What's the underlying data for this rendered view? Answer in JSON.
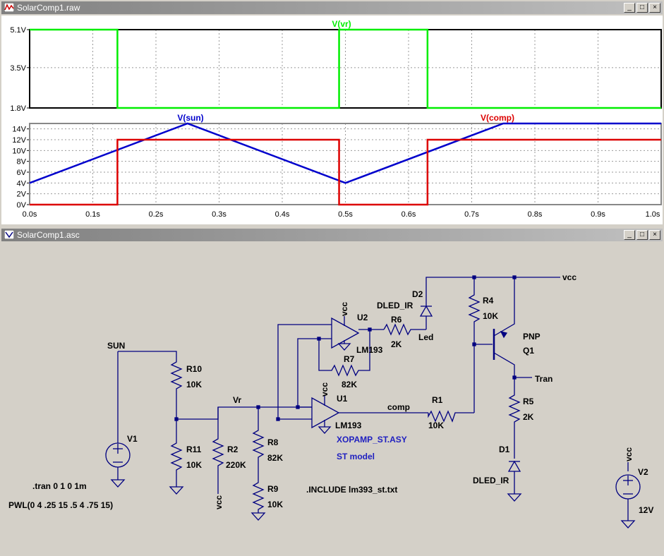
{
  "waveform_window": {
    "title": "SolarComp1.raw",
    "buttons": [
      "_",
      "□",
      "×"
    ]
  },
  "schematic_window": {
    "title": "SolarComp1.asc",
    "buttons": [
      "_",
      "□",
      "×"
    ]
  },
  "chart_data": [
    {
      "type": "line",
      "series": [
        {
          "name": "V(vr)",
          "color": "#00ee00",
          "x": [
            0,
            0.139,
            0.139,
            0.49,
            0.49,
            0.63,
            0.63,
            1.0
          ],
          "values": [
            5.1,
            5.1,
            1.8,
            1.8,
            5.1,
            5.1,
            1.8,
            1.8
          ]
        }
      ],
      "ylim": [
        1.8,
        5.1
      ],
      "yticks": [
        "5.1V",
        "3.5V",
        "1.8V"
      ],
      "xlim": [
        0,
        1.0
      ],
      "grid": true
    },
    {
      "type": "line",
      "series": [
        {
          "name": "V(sun)",
          "color": "#0000cc",
          "x": [
            0,
            0.25,
            0.5,
            0.75,
            1.0
          ],
          "values": [
            4,
            15,
            4,
            15,
            15
          ]
        },
        {
          "name": "V(comp)",
          "color": "#dd0000",
          "x": [
            0,
            0.139,
            0.139,
            0.49,
            0.49,
            0.63,
            0.63,
            1.0
          ],
          "values": [
            0,
            0,
            12,
            12,
            0,
            0,
            12,
            12
          ]
        }
      ],
      "ylim": [
        0,
        15
      ],
      "yticks": [
        "14V",
        "12V",
        "10V",
        "8V",
        "6V",
        "4V",
        "2V",
        "0V"
      ],
      "xticks": [
        "0.0s",
        "0.1s",
        "0.2s",
        "0.3s",
        "0.4s",
        "0.5s",
        "0.6s",
        "0.7s",
        "0.8s",
        "0.9s",
        "1.0s"
      ],
      "xlim": [
        0,
        1.0
      ],
      "grid": true
    }
  ],
  "schematic": {
    "labels": {
      "sun": "SUN",
      "vr": "Vr",
      "comp": "comp",
      "led": "Led",
      "tran": "Tran",
      "vcc_net": "vcc",
      "r10": "R10",
      "r10v": "10K",
      "r11": "R11",
      "r11v": "10K",
      "r2": "R2",
      "r2v": "220K",
      "r8": "R8",
      "r8v": "82K",
      "r9": "R9",
      "r9v": "10K",
      "r6": "R6",
      "r6v": "2K",
      "r7": "R7",
      "r7v": "82K",
      "r1": "R1",
      "r1v": "10K",
      "r4": "R4",
      "r4v": "10K",
      "r5": "R5",
      "r5v": "2K",
      "u1": "U1",
      "u1m": "LM193",
      "u2": "U2",
      "u2m": "LM193",
      "d1": "D1",
      "d1m": "DLED_IR",
      "d2": "D2",
      "d2m": "DLED_IR",
      "q1": "Q1",
      "q1m": "PNP",
      "v1": "V1",
      "v2": "V2",
      "v2v": "12V",
      "vcc": "vcc",
      "sym1": "XOPAMP_ST.ASY",
      "sym2": "ST model",
      "tran_cmd": ".tran 0 1 0 1m",
      "pwl": "PWL(0 4 .25 15 .5 4 .75 15)",
      "include": ".INCLUDE lm393_st.txt"
    }
  }
}
